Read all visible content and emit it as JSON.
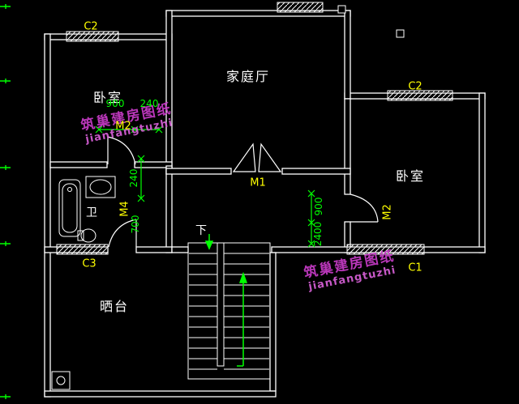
{
  "drawing": {
    "type": "floor-plan",
    "labels": {
      "bedroom_left": "卧室",
      "family_hall": "家庭厅",
      "bedroom_right": "卧室",
      "bathroom": "卫",
      "terrace": "晒台",
      "stair_down": "下"
    },
    "marks": {
      "window_c2_left": "C2",
      "window_c2_right": "C2",
      "window_c3": "C3",
      "window_c1": "C1",
      "door_m1": "M1",
      "door_m2_left": "M2",
      "door_m2_right": "M2",
      "door_m4": "M4"
    },
    "dimensions": {
      "width_900": "900",
      "width_240": "240",
      "height_240": "240",
      "door_700": "700",
      "height_900": "900",
      "height_2400": "2400"
    },
    "watermark": {
      "cn": "筑巢建房图纸",
      "en": "jianfangtuzhi"
    },
    "colors": {
      "background": "#000000",
      "wall": "#ffffff",
      "mark_label": "#ffff00",
      "dimension": "#00ff00",
      "watermark": "#c83cc8"
    }
  }
}
